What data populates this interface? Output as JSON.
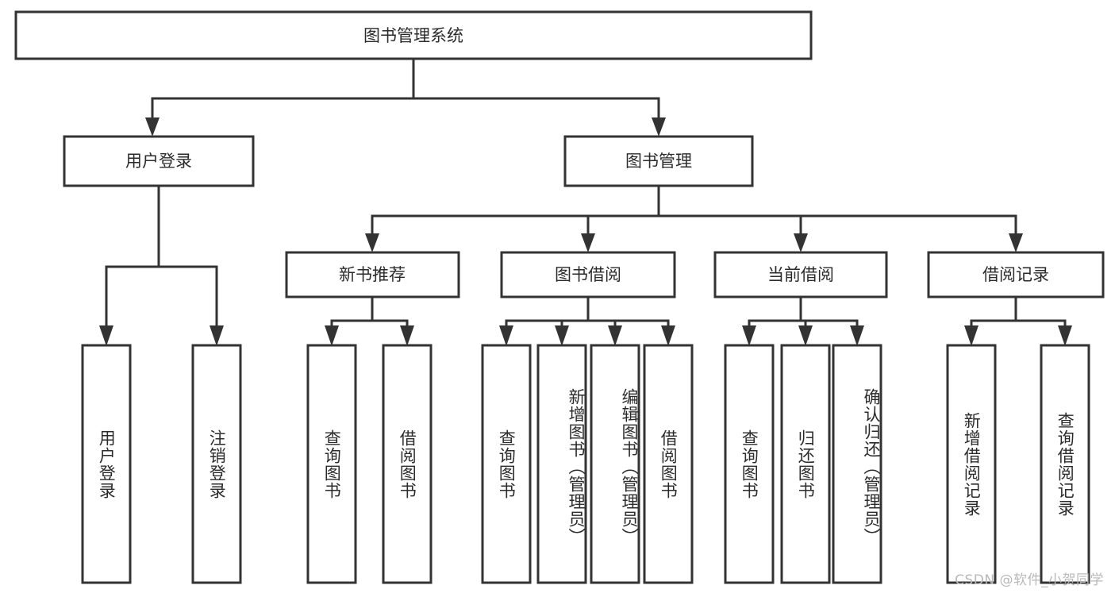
{
  "diagram": {
    "title": "图书管理系统",
    "type": "tree-hierarchy-chart",
    "root": {
      "label": "图书管理系统"
    },
    "level1": [
      {
        "label": "用户登录"
      },
      {
        "label": "图书管理"
      }
    ],
    "level2": [
      {
        "label": "新书推荐"
      },
      {
        "label": "图书借阅"
      },
      {
        "label": "当前借阅"
      },
      {
        "label": "借阅记录"
      }
    ],
    "leaves": {
      "user_login": [
        {
          "label": "用户登录"
        },
        {
          "label": "注销登录"
        }
      ],
      "new_book_recommend": [
        {
          "label": "查询图书"
        },
        {
          "label": "借阅图书"
        }
      ],
      "book_borrow": [
        {
          "label": "查询图书"
        },
        {
          "label": "新增图书（管理员）"
        },
        {
          "label": "编辑图书（管理员）"
        },
        {
          "label": "借阅图书"
        }
      ],
      "current_borrow": [
        {
          "label": "查询图书"
        },
        {
          "label": "归还图书"
        },
        {
          "label": "确认归还（管理员）"
        }
      ],
      "borrow_record": [
        {
          "label": "新增借阅记录"
        },
        {
          "label": "查询借阅记录"
        }
      ]
    }
  },
  "watermark": {
    "text": "CSDN @软件_小贺同学"
  },
  "colors": {
    "box_stroke": "#333333",
    "box_fill": "#ffffff",
    "text": "#2b2b2b",
    "watermark": "#b9b9b9",
    "background": "#ffffff"
  }
}
